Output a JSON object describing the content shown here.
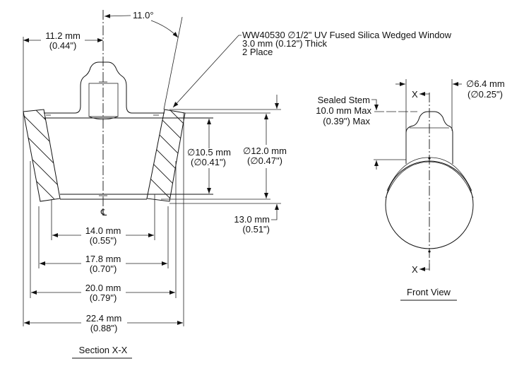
{
  "section_view": {
    "angle": "11.0°",
    "offset_mm": "11.2 mm",
    "offset_in": "(0.44\")",
    "callout": [
      "WW40530 ∅1/2\" UV Fused Silica Wedged Window",
      "3.0 mm (0.12\") Thick",
      "2 Place"
    ],
    "dia_inner_mm": "∅10.5 mm",
    "dia_inner_in": "(∅0.41\")",
    "dia_outer_mm": "∅12.0 mm",
    "dia_outer_in": "(∅0.47\")",
    "height_mm": "13.0 mm",
    "height_in": "(0.51\")",
    "centerline_symbol": "℄",
    "w1_mm": "14.0 mm",
    "w1_in": "(0.55\")",
    "w2_mm": "17.8 mm",
    "w2_in": "(0.70\")",
    "w3_mm": "20.0 mm",
    "w3_in": "(0.79\")",
    "w4_mm": "22.4 mm",
    "w4_in": "(0.88\")",
    "title": "Section X-X"
  },
  "front_view": {
    "stem_dia_mm": "∅6.4 mm",
    "stem_dia_in": "(∅0.25\")",
    "stem_label": [
      "Sealed Stem",
      "10.0 mm Max",
      "(0.39\") Max"
    ],
    "section_marker": "X",
    "title": "Front View"
  }
}
